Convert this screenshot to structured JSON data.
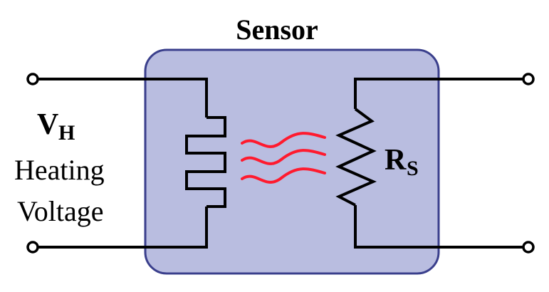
{
  "title": "Sensor",
  "heater_voltage": {
    "symbol": "V",
    "subscript": "H",
    "caption_line1": "Heating",
    "caption_line2": "Voltage"
  },
  "sensing_resistor": {
    "symbol": "R",
    "subscript": "S"
  },
  "colors": {
    "sensor_box_fill": "#b9bde0",
    "sensor_box_stroke": "#3a3f8c",
    "heat_waves": "#ff1a2e",
    "wire": "#000000",
    "terminal_fill": "#ffffff"
  }
}
